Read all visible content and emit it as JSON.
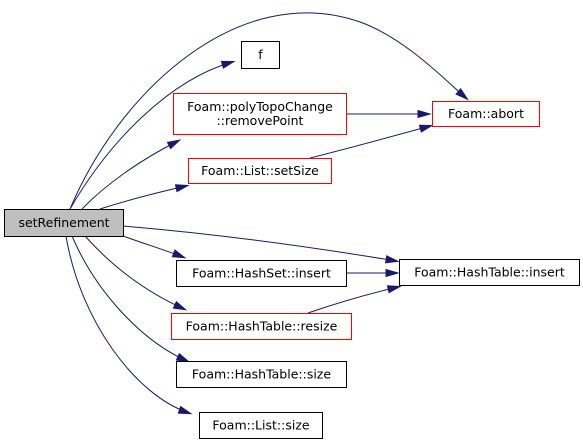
{
  "colors": {
    "edge": "#191970",
    "border_normal": "#000000",
    "border_truncated": "#ff0000",
    "root_fill": "#bfbfbf",
    "node_fill": "#ffffff"
  },
  "nodes": [
    {
      "id": "root",
      "lines": [
        "setRefinement"
      ],
      "style": "root"
    },
    {
      "id": "f",
      "lines": [
        "f"
      ],
      "style": "normal"
    },
    {
      "id": "removePoint",
      "lines": [
        "Foam::polyTopoChange",
        "::removePoint"
      ],
      "style": "truncated"
    },
    {
      "id": "abort",
      "lines": [
        "Foam::abort"
      ],
      "style": "truncated"
    },
    {
      "id": "setSize",
      "lines": [
        "Foam::List::setSize"
      ],
      "style": "truncated"
    },
    {
      "id": "hashSetInsert",
      "lines": [
        "Foam::HashSet::insert"
      ],
      "style": "normal"
    },
    {
      "id": "hashTableInsert",
      "lines": [
        "Foam::HashTable::insert"
      ],
      "style": "normal"
    },
    {
      "id": "resize",
      "lines": [
        "Foam::HashTable::resize"
      ],
      "style": "truncated"
    },
    {
      "id": "hashTableSize",
      "lines": [
        "Foam::HashTable::size"
      ],
      "style": "normal"
    },
    {
      "id": "listSize",
      "lines": [
        "Foam::List::size"
      ],
      "style": "normal"
    }
  ],
  "edges": [
    {
      "from": "root",
      "to": "abort"
    },
    {
      "from": "root",
      "to": "f"
    },
    {
      "from": "root",
      "to": "removePoint"
    },
    {
      "from": "root",
      "to": "setSize"
    },
    {
      "from": "root",
      "to": "hashTableInsert"
    },
    {
      "from": "root",
      "to": "hashSetInsert"
    },
    {
      "from": "root",
      "to": "resize"
    },
    {
      "from": "root",
      "to": "hashTableSize"
    },
    {
      "from": "root",
      "to": "listSize"
    },
    {
      "from": "removePoint",
      "to": "abort"
    },
    {
      "from": "setSize",
      "to": "abort"
    },
    {
      "from": "hashSetInsert",
      "to": "hashTableInsert"
    },
    {
      "from": "resize",
      "to": "hashTableInsert"
    }
  ]
}
